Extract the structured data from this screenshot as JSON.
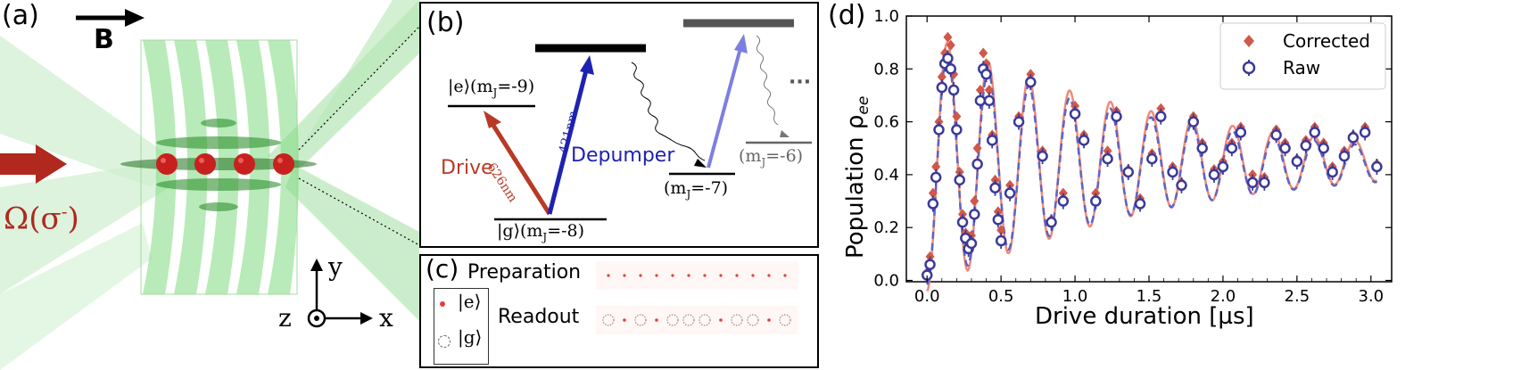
{
  "panel_a": {
    "label": "(a)",
    "b_field": "B",
    "omega_main": "Ω",
    "omega_pol": "(σ",
    "omega_pol_sup": "-",
    "omega_close": ")",
    "axis_x": "x",
    "axis_y": "y",
    "axis_z": "z",
    "colors": {
      "beam": "#7ed67e",
      "ion": "#c8201e",
      "arrow": "#b0281e"
    }
  },
  "panel_b": {
    "label": "(b)",
    "level_e": "|e⟩(m",
    "level_e_sub": "J",
    "level_e_val": "=-9)",
    "level_g": "|g⟩(m",
    "level_g_sub": "J",
    "level_g_val": "=-8)",
    "level_m7": "(m",
    "level_m7_sub": "J",
    "level_m7_val": "=-7)",
    "level_m6": "(m",
    "level_m6_sub": "J",
    "level_m6_val": "=-6)",
    "drive": "Drive",
    "depumper": "Depumper",
    "wl_626": "626nm",
    "wl_421": "421nm",
    "ellipsis": "···",
    "colors": {
      "drive": "#b83a26",
      "depumper": "#1f22b0",
      "depumper_light": "#7c7fe0"
    }
  },
  "panel_c": {
    "label": "(c)",
    "preparation": "Preparation",
    "readout": "Readout",
    "legend_e": "|e⟩",
    "legend_g": "|g⟩"
  },
  "panel_d": {
    "label": "(d)"
  },
  "chart_data": {
    "type": "scatter",
    "xlabel": "Drive duration [µs]",
    "ylabel": "Population ρ",
    "ylabel_sub": "ee",
    "xlim": [
      -0.14,
      3.14
    ],
    "ylim": [
      -0.005,
      1.0
    ],
    "xticks": [
      "0.0",
      "0.5",
      "1.0",
      "1.5",
      "2.0",
      "2.5",
      "3.0"
    ],
    "yticks": [
      "0.0",
      "0.2",
      "0.4",
      "0.6",
      "0.8",
      "1.0"
    ],
    "legend_position": "top-right",
    "legend": [
      {
        "name": "Corrected",
        "marker": "diamond",
        "color": "#d0584a"
      },
      {
        "name": "Raw",
        "marker": "circle-errorbar",
        "color": "#3b3a98"
      }
    ],
    "fit_lines": [
      {
        "name": "corrected-fit",
        "color": "#f08a78",
        "style": "solid"
      },
      {
        "name": "raw-fit",
        "color": "#5d64c4",
        "style": "dashed"
      }
    ],
    "fit_params": {
      "offset": 0.45,
      "amp0": 0.49,
      "tau": 1.6,
      "freq": 3.63,
      "phase": 0.85
    },
    "series": [
      {
        "name": "Corrected",
        "x": [
          0.0,
          0.02,
          0.04,
          0.06,
          0.08,
          0.1,
          0.12,
          0.14,
          0.16,
          0.18,
          0.2,
          0.22,
          0.24,
          0.26,
          0.28,
          0.3,
          0.32,
          0.34,
          0.36,
          0.38,
          0.4,
          0.42,
          0.44,
          0.46,
          0.48,
          0.5,
          0.56,
          0.62,
          0.7,
          0.78,
          0.84,
          0.92,
          1.0,
          1.06,
          1.14,
          1.22,
          1.28,
          1.36,
          1.44,
          1.52,
          1.58,
          1.66,
          1.72,
          1.8,
          1.86,
          1.94,
          2.0,
          2.06,
          2.12,
          2.2,
          2.28,
          2.36,
          2.42,
          2.5,
          2.56,
          2.62,
          2.68,
          2.74,
          2.82,
          2.88,
          2.96,
          3.04
        ],
        "y": [
          0.03,
          0.09,
          0.33,
          0.43,
          0.6,
          0.77,
          0.86,
          0.92,
          0.89,
          0.78,
          0.62,
          0.41,
          0.25,
          0.18,
          0.14,
          0.17,
          0.3,
          0.5,
          0.72,
          0.86,
          0.82,
          0.72,
          0.55,
          0.38,
          0.26,
          0.19,
          0.36,
          0.62,
          0.78,
          0.49,
          0.23,
          0.33,
          0.66,
          0.55,
          0.33,
          0.49,
          0.64,
          0.42,
          0.31,
          0.48,
          0.65,
          0.43,
          0.37,
          0.62,
          0.52,
          0.42,
          0.45,
          0.52,
          0.58,
          0.4,
          0.39,
          0.57,
          0.52,
          0.46,
          0.53,
          0.58,
          0.52,
          0.43,
          0.49,
          0.55,
          0.58,
          0.44
        ]
      },
      {
        "name": "Raw",
        "x": [
          0.0,
          0.02,
          0.04,
          0.06,
          0.08,
          0.1,
          0.12,
          0.14,
          0.16,
          0.18,
          0.2,
          0.22,
          0.24,
          0.26,
          0.28,
          0.3,
          0.32,
          0.34,
          0.36,
          0.38,
          0.4,
          0.42,
          0.44,
          0.46,
          0.48,
          0.5,
          0.56,
          0.62,
          0.7,
          0.78,
          0.84,
          0.92,
          1.0,
          1.06,
          1.14,
          1.22,
          1.28,
          1.36,
          1.44,
          1.52,
          1.58,
          1.66,
          1.72,
          1.8,
          1.86,
          1.94,
          2.0,
          2.06,
          2.12,
          2.2,
          2.28,
          2.36,
          2.42,
          2.5,
          2.56,
          2.62,
          2.68,
          2.74,
          2.82,
          2.88,
          2.96,
          3.04
        ],
        "y": [
          0.02,
          0.06,
          0.29,
          0.39,
          0.57,
          0.73,
          0.82,
          0.84,
          0.8,
          0.72,
          0.57,
          0.38,
          0.22,
          0.16,
          0.12,
          0.14,
          0.25,
          0.44,
          0.68,
          0.8,
          0.78,
          0.68,
          0.53,
          0.35,
          0.23,
          0.15,
          0.33,
          0.6,
          0.75,
          0.47,
          0.22,
          0.3,
          0.63,
          0.53,
          0.3,
          0.46,
          0.62,
          0.41,
          0.29,
          0.46,
          0.62,
          0.41,
          0.36,
          0.6,
          0.5,
          0.4,
          0.43,
          0.5,
          0.56,
          0.37,
          0.37,
          0.55,
          0.5,
          0.45,
          0.51,
          0.56,
          0.5,
          0.41,
          0.47,
          0.54,
          0.56,
          0.43
        ]
      }
    ]
  }
}
